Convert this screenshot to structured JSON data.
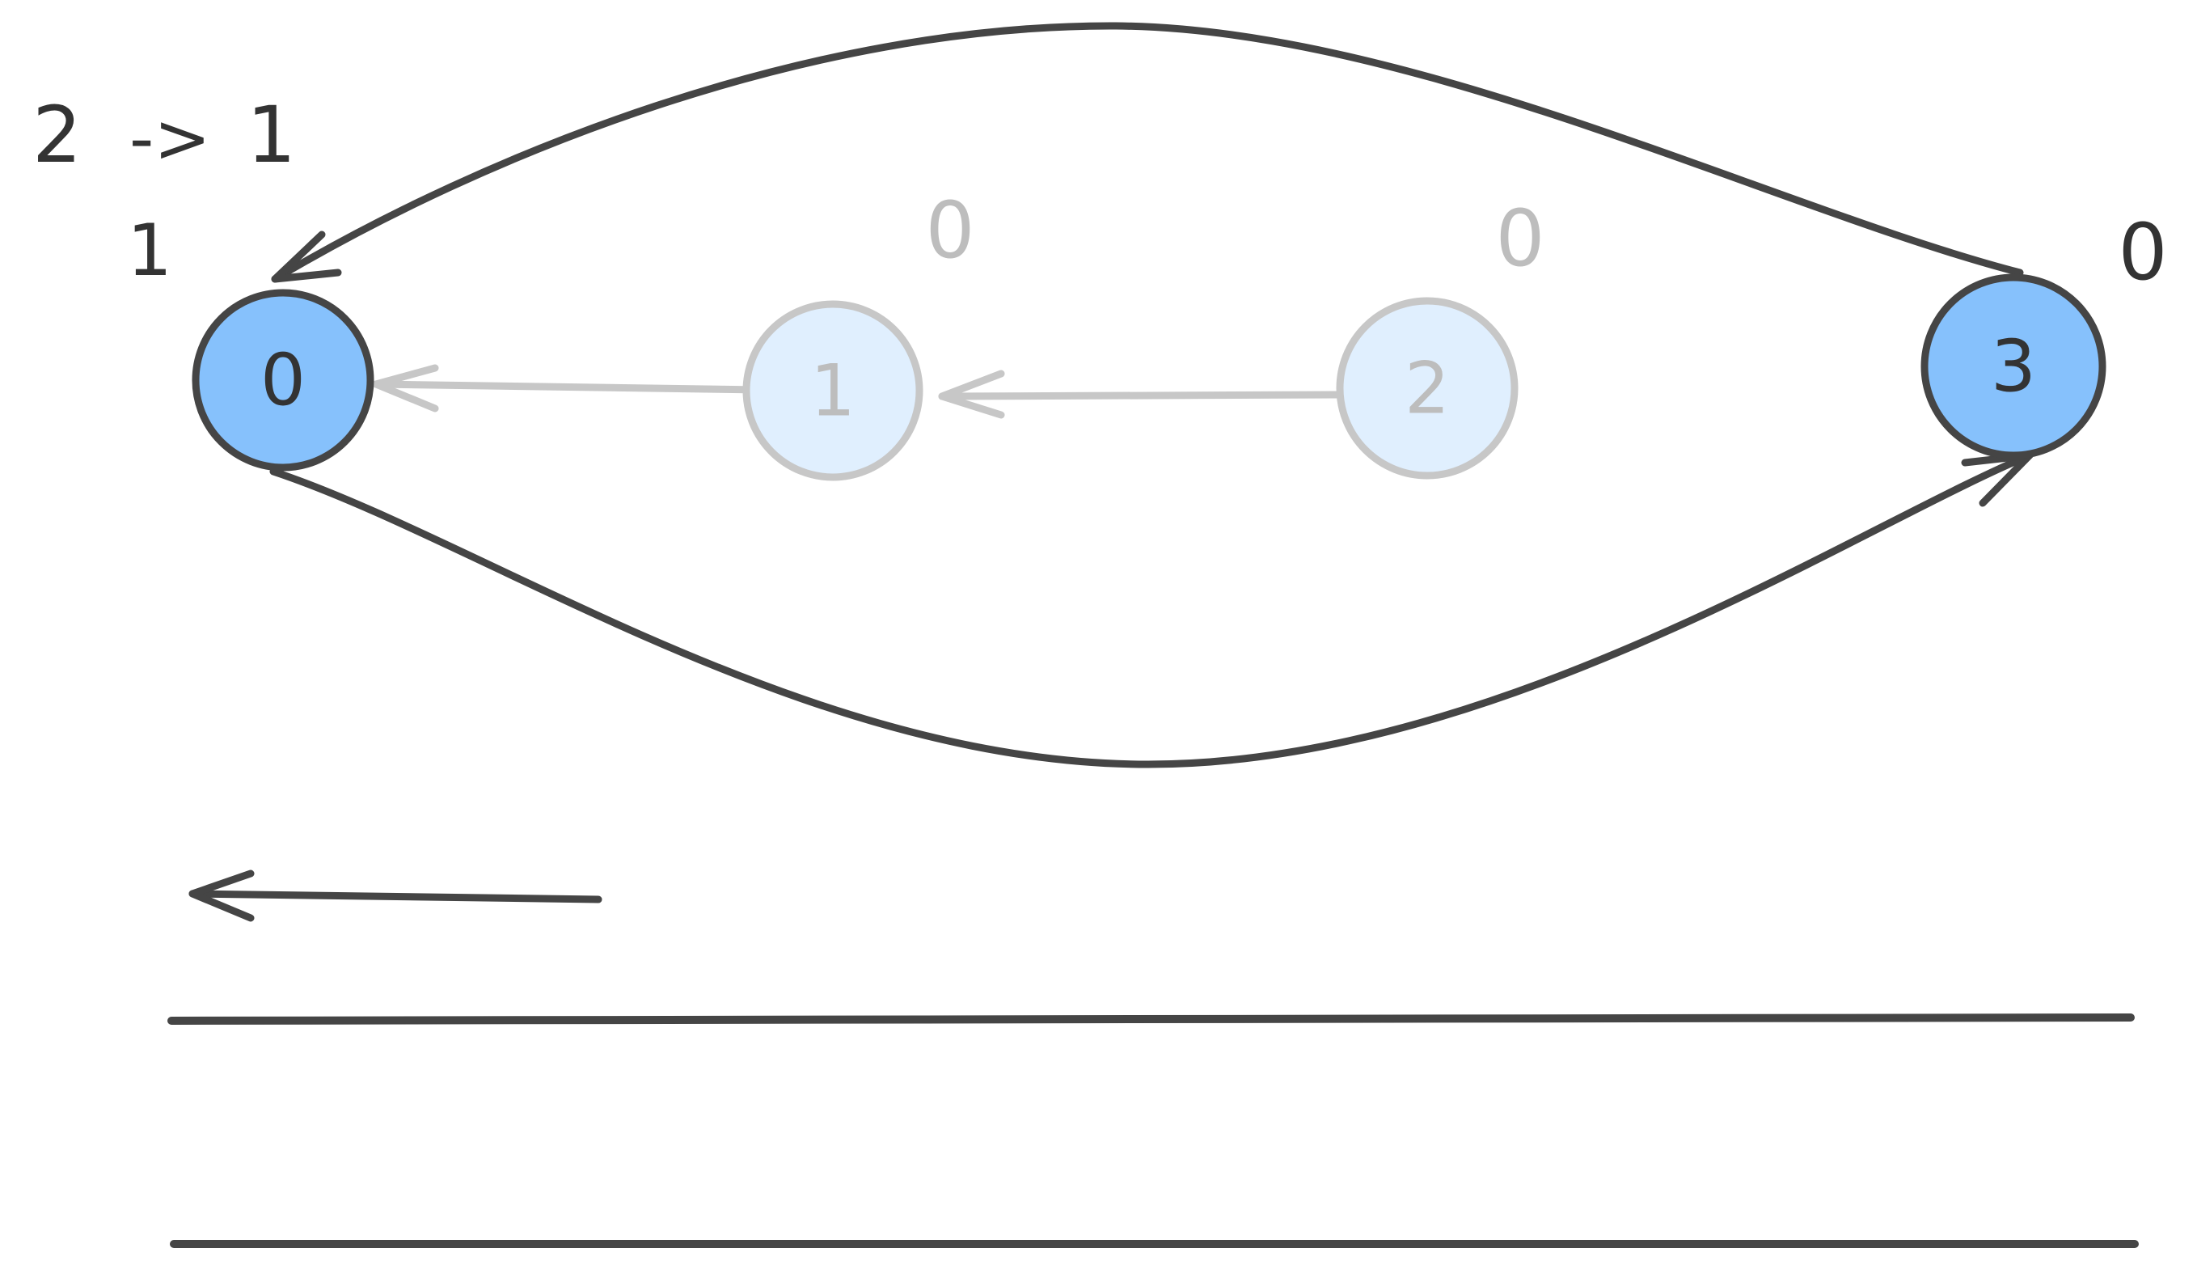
{
  "colors": {
    "stroke_dark": "#454545",
    "stroke_faded": "#c7c7c7",
    "node_fill_active": "#86c1fc",
    "node_fill_faded": "#e0effe",
    "text_dark": "#333333",
    "text_faded": "#bdbdbd",
    "background": "#ffffff"
  },
  "header": {
    "transition_from": "2",
    "transition_arrow": "->",
    "transition_to": "1"
  },
  "nodes": [
    {
      "id": "0",
      "label": "0",
      "count": "1",
      "state": "active"
    },
    {
      "id": "1",
      "label": "1",
      "count": "0",
      "state": "faded"
    },
    {
      "id": "2",
      "label": "2",
      "count": "0",
      "state": "faded"
    },
    {
      "id": "3",
      "label": "3",
      "count": "0",
      "state": "active"
    }
  ],
  "edges": [
    {
      "from": "3",
      "to": "0",
      "route": "top-arc",
      "state": "active"
    },
    {
      "from": "0",
      "to": "3",
      "route": "bottom-arc",
      "state": "active"
    },
    {
      "from": "1",
      "to": "0",
      "route": "straight",
      "state": "faded"
    },
    {
      "from": "2",
      "to": "1",
      "route": "straight",
      "state": "faded"
    }
  ],
  "legend": {
    "arrow_direction": "left"
  }
}
